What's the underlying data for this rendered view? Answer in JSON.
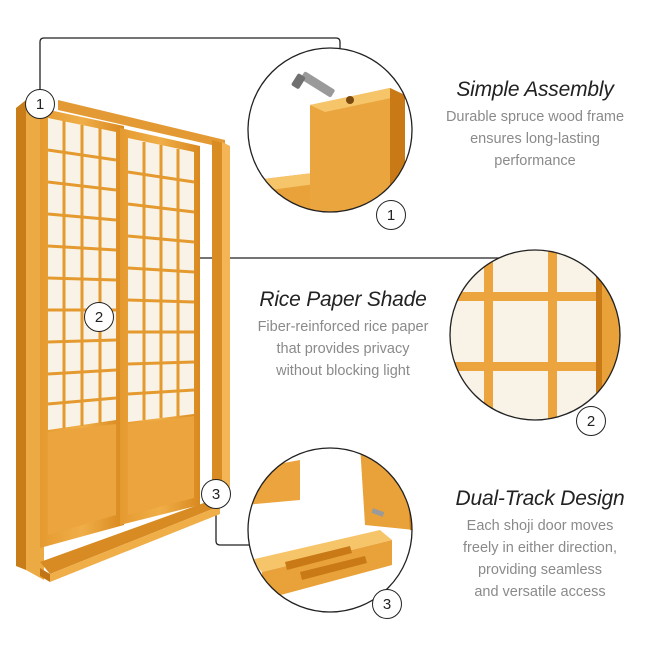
{
  "features": [
    {
      "number": "1",
      "title": "Simple Assembly",
      "lines": [
        "Durable spruce wood frame",
        "ensures long-lasting",
        "performance"
      ]
    },
    {
      "number": "2",
      "title": "Rice Paper Shade",
      "lines": [
        "Fiber-reinforced rice paper",
        "that provides privacy",
        "without blocking light"
      ]
    },
    {
      "number": "3",
      "title": "Dual-Track Design",
      "lines": [
        "Each shoji door moves",
        "freely in either direction,",
        "providing seamless",
        "and versatile access"
      ]
    }
  ],
  "colors": {
    "wood": "#e9a23a",
    "wood_dark": "#c97a16",
    "wood_light": "#f6c56a",
    "paper": "#f8f3e6",
    "ink": "#222222",
    "muted": "#8a8a8a"
  }
}
